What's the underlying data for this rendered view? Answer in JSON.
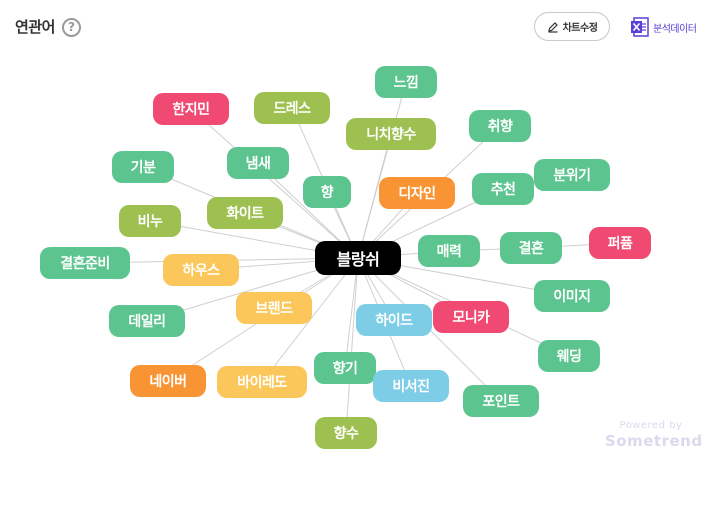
{
  "header": {
    "title": "연관어",
    "help_icon": "question-circle-icon"
  },
  "toolbar": {
    "edit_chart_label": "차트수정",
    "edit_chart_icon": "pencil-icon",
    "analysis_data_label": "분석데이터",
    "analysis_data_icon": "excel-icon"
  },
  "graph": {
    "center": "블랑쉬",
    "nodes": [
      {
        "label": "느낌",
        "color": "green"
      },
      {
        "label": "한지민",
        "color": "pink"
      },
      {
        "label": "드레스",
        "color": "olive"
      },
      {
        "label": "취향",
        "color": "green"
      },
      {
        "label": "니치향수",
        "color": "olive"
      },
      {
        "label": "기분",
        "color": "green"
      },
      {
        "label": "냄새",
        "color": "green"
      },
      {
        "label": "분위기",
        "color": "green"
      },
      {
        "label": "향",
        "color": "green"
      },
      {
        "label": "디자인",
        "color": "orange"
      },
      {
        "label": "추천",
        "color": "green"
      },
      {
        "label": "화이트",
        "color": "olive"
      },
      {
        "label": "비누",
        "color": "olive"
      },
      {
        "label": "퍼퓸",
        "color": "pink"
      },
      {
        "label": "매력",
        "color": "green"
      },
      {
        "label": "결혼",
        "color": "green"
      },
      {
        "label": "결혼준비",
        "color": "green"
      },
      {
        "label": "하우스",
        "color": "yellow"
      },
      {
        "label": "이미지",
        "color": "green"
      },
      {
        "label": "브랜드",
        "color": "yellow"
      },
      {
        "label": "데일리",
        "color": "green"
      },
      {
        "label": "하이드",
        "color": "cyan"
      },
      {
        "label": "모니카",
        "color": "pink"
      },
      {
        "label": "웨딩",
        "color": "green"
      },
      {
        "label": "네이버",
        "color": "orange"
      },
      {
        "label": "바이레도",
        "color": "yellow"
      },
      {
        "label": "향기",
        "color": "green"
      },
      {
        "label": "비서진",
        "color": "cyan"
      },
      {
        "label": "포인트",
        "color": "green"
      },
      {
        "label": "향수",
        "color": "olive"
      }
    ],
    "edges": [
      [
        "블랑쉬",
        "느낌"
      ],
      [
        "블랑쉬",
        "한지민"
      ],
      [
        "블랑쉬",
        "드레스"
      ],
      [
        "블랑쉬",
        "취향"
      ],
      [
        "블랑쉬",
        "니치향수"
      ],
      [
        "블랑쉬",
        "기분"
      ],
      [
        "블랑쉬",
        "냄새"
      ],
      [
        "블랑쉬",
        "향"
      ],
      [
        "블랑쉬",
        "디자인"
      ],
      [
        "블랑쉬",
        "추천"
      ],
      [
        "블랑쉬",
        "화이트"
      ],
      [
        "블랑쉬",
        "비누"
      ],
      [
        "블랑쉬",
        "매력"
      ],
      [
        "블랑쉬",
        "결혼준비"
      ],
      [
        "블랑쉬",
        "하우스"
      ],
      [
        "블랑쉬",
        "이미지"
      ],
      [
        "블랑쉬",
        "브랜드"
      ],
      [
        "블랑쉬",
        "데일리"
      ],
      [
        "블랑쉬",
        "하이드"
      ],
      [
        "블랑쉬",
        "모니카"
      ],
      [
        "블랑쉬",
        "웨딩"
      ],
      [
        "블랑쉬",
        "네이버"
      ],
      [
        "블랑쉬",
        "바이레도"
      ],
      [
        "블랑쉬",
        "향기"
      ],
      [
        "블랑쉬",
        "비서진"
      ],
      [
        "블랑쉬",
        "포인트"
      ],
      [
        "블랑쉬",
        "향수"
      ],
      [
        "매력",
        "결혼"
      ],
      [
        "결혼",
        "퍼퓸"
      ],
      [
        "추천",
        "분위기"
      ]
    ]
  },
  "colors": {
    "green": "#5cc48f",
    "olive": "#9dc050",
    "pink": "#f04a72",
    "orange": "#f99434",
    "yellow": "#fcc75a",
    "cyan": "#7dcde6",
    "center": "#000000",
    "edge": "#cfcfcf",
    "accent": "#5b3fd6"
  },
  "watermark": {
    "powered": "Powered by",
    "brand": "Sometrend"
  }
}
